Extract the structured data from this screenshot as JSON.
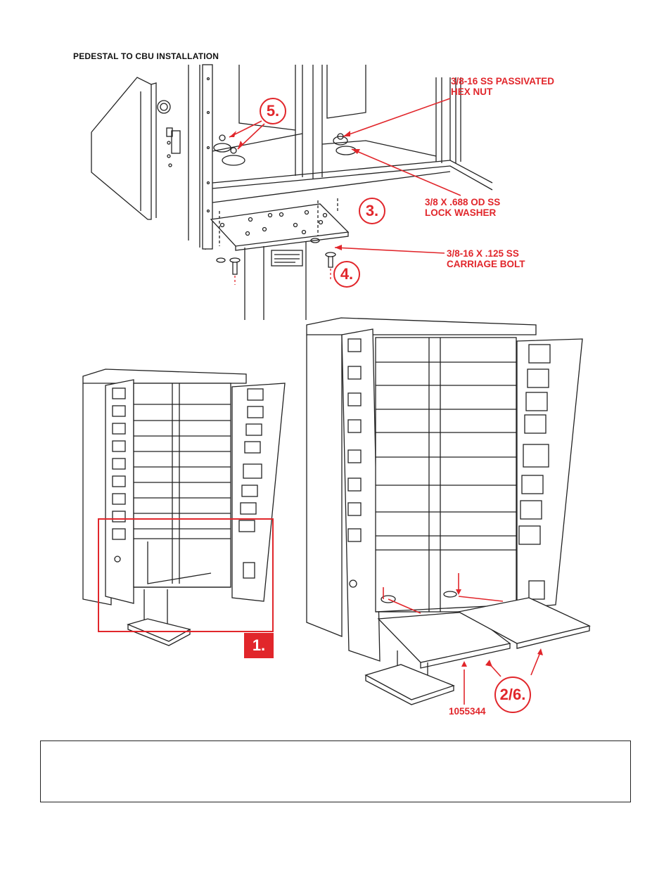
{
  "diagram": {
    "title": "PEDESTAL TO CBU INSTALLATION",
    "callouts": {
      "hex_nut": [
        "3/8-16 SS PASSIVATED",
        "HEX NUT"
      ],
      "lock_washer": [
        "3/8 X .688 OD SS",
        "LOCK WASHER"
      ],
      "carriage_bolt": [
        "3/8-16 X .125 SS",
        "CARRIAGE BOLT"
      ]
    },
    "steps": {
      "step1": "1.",
      "step3": "3.",
      "step4": "4.",
      "step5": "5.",
      "step26": "2/6."
    },
    "part_number": "1055344",
    "accent_color": "#e1262b"
  },
  "note": {
    "text": ""
  }
}
